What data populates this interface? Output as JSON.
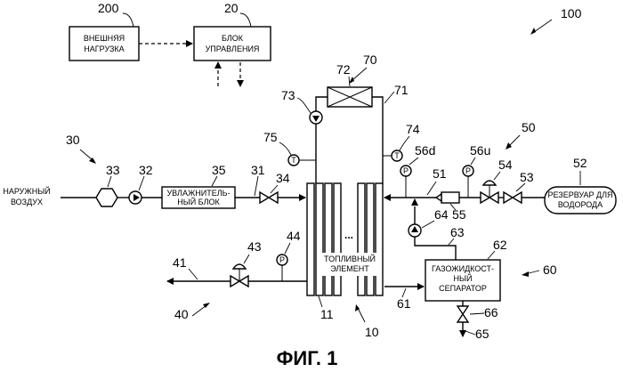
{
  "figure": {
    "caption": "ФИГ. 1",
    "system_ref": "100"
  },
  "blocks": {
    "external_load": {
      "ref": "200",
      "line1": "ВНЕШНЯЯ",
      "line2": "НАГРУЗКА"
    },
    "control_unit": {
      "ref": "20",
      "line1": "БЛОК",
      "line2": "УПРАВЛЕНИЯ"
    },
    "humidifier": {
      "ref": "35",
      "line1": "УВЛАЖНИТЕЛЬ-",
      "line2": "НЫЙ БЛОК"
    },
    "hydrogen_tank": {
      "ref": "52",
      "line1": "РЕЗЕРВУАР ДЛЯ",
      "line2": "ВОДОРОДА"
    },
    "separator": {
      "ref": "62",
      "line1": "ГАЗОЖИДКОСТ-",
      "line2": "НЫЙ",
      "line3": "СЕПАРАТОР"
    },
    "fuel_cell": {
      "ref": "10",
      "line1": "ТОПЛИВНЫЙ",
      "line2": "ЭЛЕМЕНТ",
      "dots": "...",
      "stack_ref": "11"
    },
    "radiator": {
      "ref": "72"
    }
  },
  "labels": {
    "outside_air_1": "НАРУЖНЫЙ",
    "outside_air_2": "ВОЗДУХ"
  },
  "refs": {
    "air_system": "30",
    "filter": "33",
    "air_pump": "32",
    "air_pipe": "31",
    "air_valve": "34",
    "cooling_system": "70",
    "coolant_pump": "73",
    "coolant_pipe": "71",
    "temp_in": "75",
    "temp_out": "74",
    "temp_symbol": "T",
    "hydrogen_system": "50",
    "regulator": "54",
    "shutoff_valve": "53",
    "injector": "55",
    "pressure_down": "56d",
    "pressure_up": "56u",
    "supply_pipe": "51",
    "circulation_pump": "64",
    "return_pipe": "63",
    "pressure_symbol": "P",
    "exhaust_system": "40",
    "exhaust_pipe": "41",
    "exhaust_valve": "43",
    "exhaust_sensor": "44",
    "anode_exhaust_pipe": "61",
    "drain_system": "60",
    "drain_valve": "66",
    "drain_pipe": "65"
  }
}
